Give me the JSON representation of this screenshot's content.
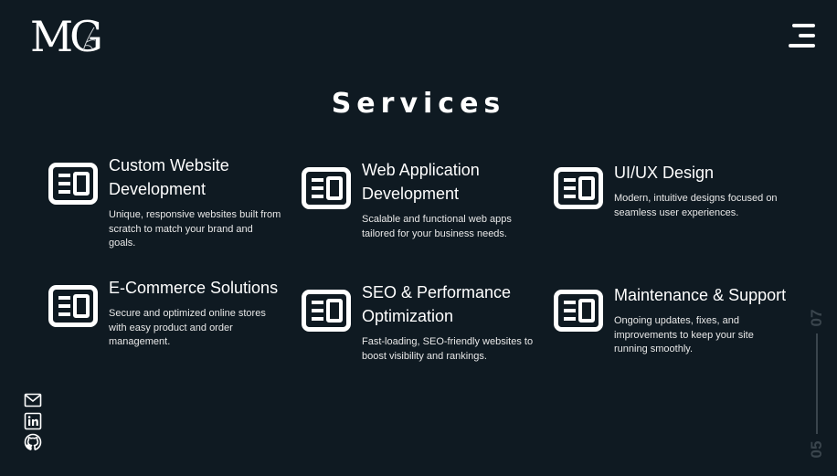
{
  "brand": {
    "logo_text": "MG"
  },
  "header": {
    "menu_icon": "hamburger-menu-icon"
  },
  "section": {
    "title": "Services"
  },
  "services": [
    {
      "title": "Custom Website Development",
      "description": "Unique, responsive websites built from scratch to match your brand and goals.",
      "icon": "newspaper-icon"
    },
    {
      "title": "Web Application Development",
      "description": "Scalable and functional web apps tailored for your business needs.",
      "icon": "newspaper-icon"
    },
    {
      "title": "UI/UX Design",
      "description": "Modern, intuitive designs focused on seamless user experiences.",
      "icon": "newspaper-icon"
    },
    {
      "title": "E-Commerce Solutions",
      "description": "Secure and optimized online stores with easy product and order management.",
      "icon": "newspaper-icon"
    },
    {
      "title": "SEO & Performance Optimization",
      "description": "Fast-loading, SEO-friendly websites to boost visibility and rankings.",
      "icon": "newspaper-icon"
    },
    {
      "title": "Maintenance & Support",
      "description": "Ongoing updates, fixes, and improvements to keep your site running smoothly.",
      "icon": "newspaper-icon"
    }
  ],
  "social": [
    {
      "name": "email",
      "icon": "mail-icon"
    },
    {
      "name": "linkedin",
      "icon": "linkedin-icon"
    },
    {
      "name": "github",
      "icon": "github-icon"
    }
  ],
  "pager": {
    "current": "05",
    "total": "07"
  },
  "colors": {
    "background": "#0f1a22",
    "text": "#ffffff",
    "muted": "#3a454d"
  }
}
